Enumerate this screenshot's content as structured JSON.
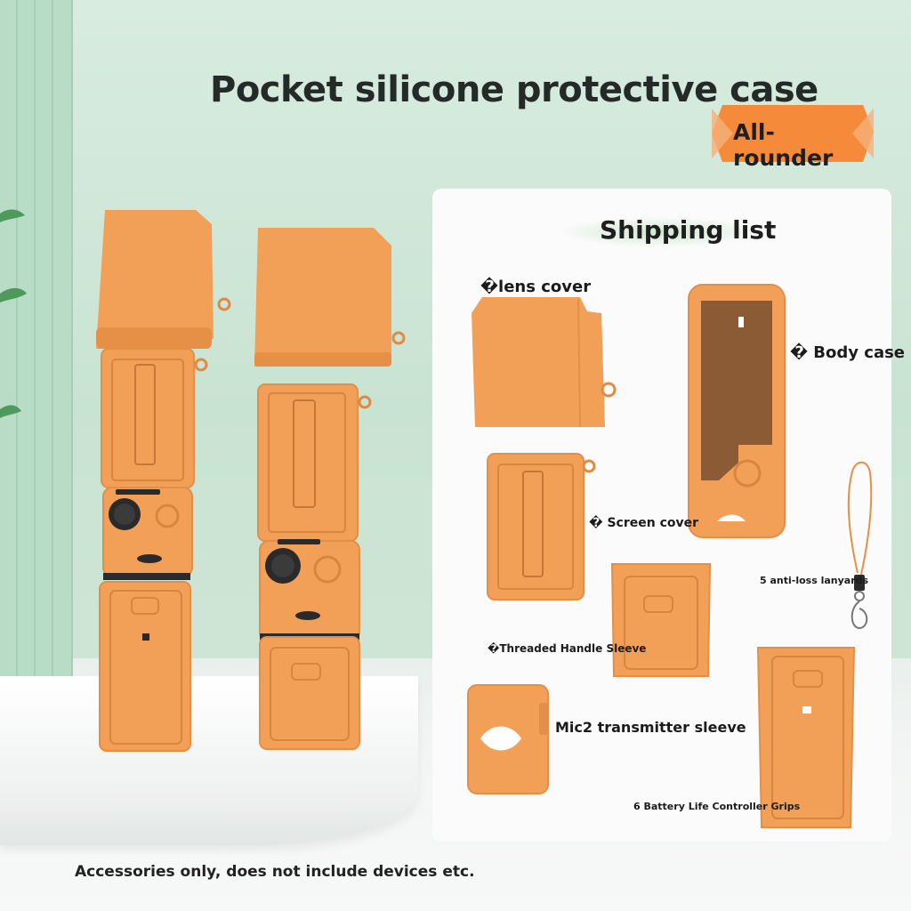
{
  "title": "Pocket silicone protective case",
  "badge": "All-rounder",
  "shipping_list": {
    "title": "Shipping list",
    "items": {
      "lens_cover": "�lens cover",
      "body_case": "� Body case",
      "screen_cover": "� Screen cover",
      "lanyards": "5 anti-loss lanyards",
      "handle_sleeve": "�Threaded Handle Sleeve",
      "mic_sleeve": "Mic2 transmitter sleeve",
      "grips": "6 Battery Life Controller Grips"
    }
  },
  "footnote": "Accessories only, does not include devices etc.",
  "colors": {
    "product_orange": "#f2a058",
    "badge_orange": "#f48a3a",
    "background_green": "#cfe6d8"
  }
}
